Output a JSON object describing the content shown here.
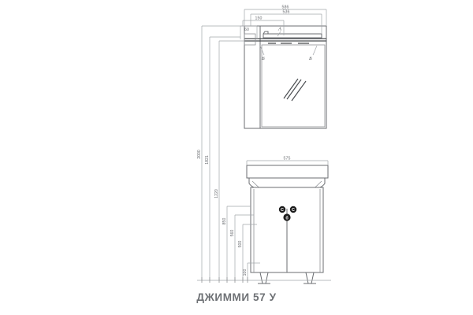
{
  "product": {
    "title": "ДЖИММИ 57 У",
    "type": "bathroom-furniture-set",
    "views": [
      "mirror-cabinet-front",
      "washbasin-vanity-front"
    ]
  },
  "colors": {
    "line": "#6b6e72",
    "line_light": "#9a9da1",
    "dim_text": "#6a6d71",
    "title_text": "#6e7175",
    "fill": "#ffffff",
    "marker_fill": "#1c1c1c",
    "marker_text": "#ffffff",
    "background": "#ffffff"
  },
  "dimensions": {
    "horizontal": [
      {
        "name": "mirror-total-width",
        "value": "586",
        "unit": "mm",
        "position": "top-outer"
      },
      {
        "name": "mirror-body-width",
        "value": "536",
        "unit": "mm",
        "position": "top-inner"
      },
      {
        "name": "shelf-width",
        "value": "150",
        "unit": "mm",
        "position": "top-left"
      },
      {
        "name": "side-offset",
        "value": "60",
        "unit": "mm",
        "position": "top-left-small"
      },
      {
        "name": "vanity-width",
        "value": "575",
        "unit": "mm",
        "position": "washbasin-top"
      }
    ],
    "vertical": [
      {
        "name": "total-height",
        "value": "2000",
        "unit": "mm"
      },
      {
        "name": "mirror-top-height",
        "value": "1821",
        "unit": "mm"
      },
      {
        "name": "washbasin-top-height",
        "value": "1220",
        "unit": "mm"
      },
      {
        "name": "cabinet-height",
        "value": "850",
        "unit": "mm"
      },
      {
        "name": "door-height",
        "value": "560",
        "unit": "mm"
      },
      {
        "name": "plinth-height",
        "value": "500",
        "unit": "mm"
      },
      {
        "name": "leg-height",
        "value": "100",
        "unit": "mm"
      }
    ]
  },
  "callouts": [
    {
      "name": "detail-a",
      "label": "A",
      "style": "leader"
    },
    {
      "name": "detail-b-left",
      "label": "Б",
      "style": "leader"
    },
    {
      "name": "detail-b-right",
      "label": "Б",
      "style": "leader"
    },
    {
      "name": "marker-c-left",
      "label": "C",
      "style": "circle"
    },
    {
      "name": "marker-c-right",
      "label": "C",
      "style": "circle"
    },
    {
      "name": "marker-b-center",
      "label": "б",
      "style": "circle"
    }
  ]
}
